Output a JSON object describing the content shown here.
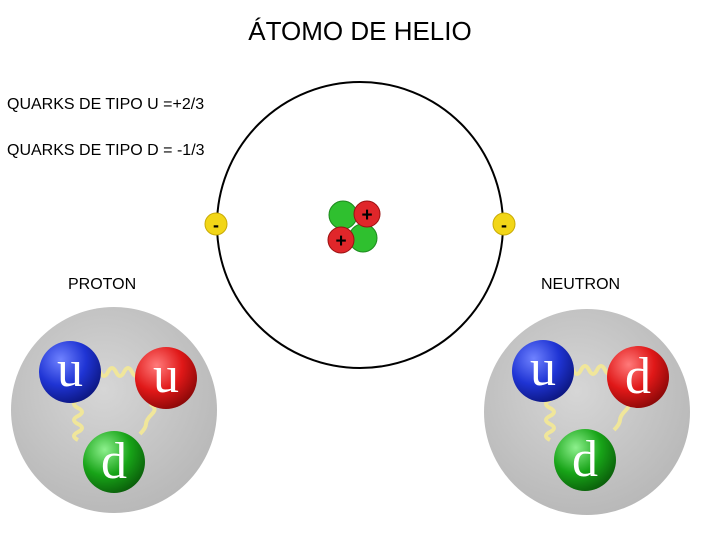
{
  "title": "ÁTOMO DE HELIO",
  "legend": {
    "up_quarks": "QUARKS DE TIPO U =+2/3",
    "down_quarks": "QUARKS DE TIPO D = -1/3"
  },
  "atom": {
    "electron_symbol": "-",
    "proton_symbol": "+",
    "electron_count": 2,
    "nucleus": {
      "protons": 2,
      "neutrons": 2
    },
    "colors": {
      "orbit": "#000000",
      "electron": "#f2d617",
      "proton": "#e0262a",
      "neutron": "#2fc02f"
    }
  },
  "proton": {
    "label": "PROTON",
    "quarks": [
      {
        "letter": "u",
        "color": "#1f34d4"
      },
      {
        "letter": "u",
        "color": "#e01818"
      },
      {
        "letter": "d",
        "color": "#18a418"
      }
    ]
  },
  "neutron": {
    "label": "NEUTRON",
    "quarks": [
      {
        "letter": "u",
        "color": "#1f34d4"
      },
      {
        "letter": "d",
        "color": "#e01818"
      },
      {
        "letter": "d",
        "color": "#18a418"
      }
    ]
  },
  "colors": {
    "hadron_background": "#c8c8c8",
    "gluon": "#f0e69a"
  }
}
